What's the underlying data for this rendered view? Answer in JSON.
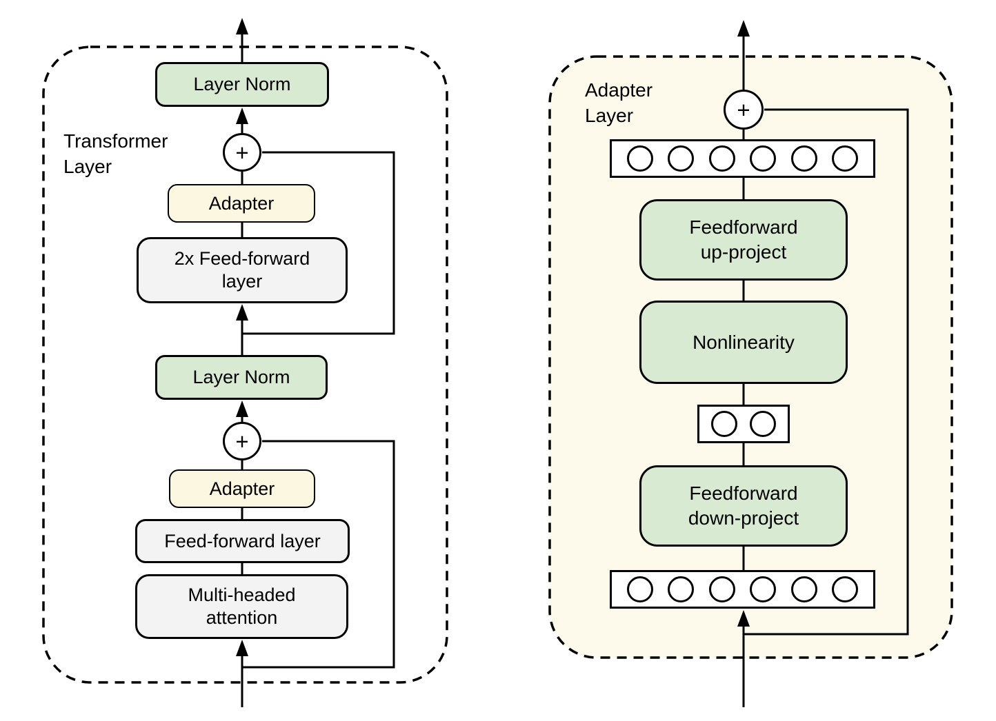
{
  "left_panel": {
    "label": "Transformer\nLayer",
    "layer_norm_top": "Layer Norm",
    "add_symbol_top": "+",
    "adapter_top": "Adapter",
    "feed_forward_2x": "2x Feed-forward\nlayer",
    "layer_norm_bottom": "Layer Norm",
    "add_symbol_bottom": "+",
    "adapter_bottom": "Adapter",
    "feed_forward": "Feed-forward layer",
    "multi_headed_attention": "Multi-headed\nattention"
  },
  "right_panel": {
    "label": "Adapter\nLayer",
    "add_symbol": "+",
    "feedforward_up": "Feedforward\nup-project",
    "nonlinearity": "Nonlinearity",
    "feedforward_down": "Feedforward\ndown-project",
    "feature_rows": {
      "top_count": 6,
      "bottleneck_count": 2,
      "bottom_count": 6
    }
  },
  "colors": {
    "green_fill": "#d9ead3",
    "yellow_fill": "#fcf7e0",
    "gray_fill": "#f3f3f3",
    "panel_fill": "#fdfaeb",
    "line": "#000000"
  }
}
